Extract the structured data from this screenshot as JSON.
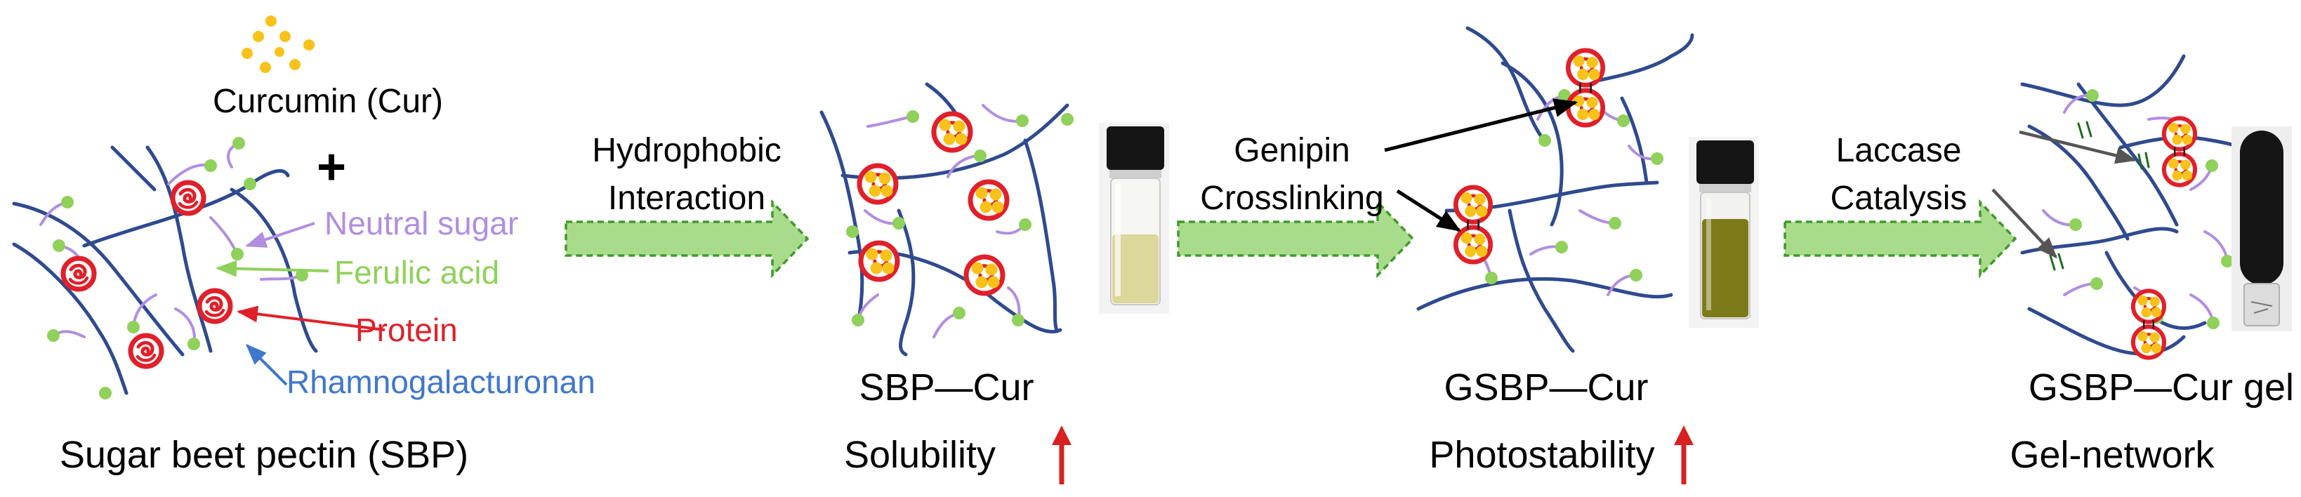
{
  "labels": {
    "curcumin": "Curcumin (Cur)",
    "plus": "+",
    "neutral_sugar": "Neutral sugar",
    "ferulic_acid": "Ferulic acid",
    "protein": "Protein",
    "rhamnogalacturonan": "Rhamnogalacturonan",
    "sbp_title": "Sugar beet pectin (SBP)",
    "step1_line1": "Hydrophobic",
    "step1_line2": "Interaction",
    "sbp_cur": "SBP—Cur",
    "solubility": "Solubility",
    "step2_line1": "Genipin",
    "step2_line2": "Crosslinking",
    "gsbp_cur": "GSBP—Cur",
    "photostability": "Photostability",
    "step3_line1": "Laccase",
    "step3_line2": "Catalysis",
    "gsbp_cur_gel": "GSBP—Cur gel",
    "gel_network": "Gel-network"
  },
  "colors": {
    "backbone": "#2f4a8f",
    "neutral_sugar": "#b18ee0",
    "ferulic_acid": "#8fd15a",
    "protein": "#e0202a",
    "curcumin": "#f8c21a",
    "rhamnogalacturonan_label": "#3f77cc",
    "arrow_fill": "#a9dc8a",
    "arrow_stroke": "#3f9a2a",
    "up_arrow": "#d92020",
    "vial_liquid_1": "#dcd79a",
    "vial_liquid_2": "#7d7a18",
    "vial_cap": "#151515"
  }
}
